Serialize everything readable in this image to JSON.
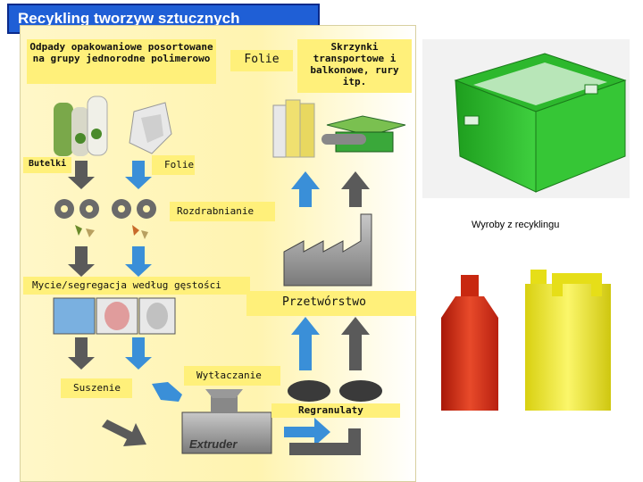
{
  "title": "Recykling tworzyw sztucznych",
  "labels": {
    "odpady": "Odpady opakowaniowe posortowane na grupy jednorodne polimerowo",
    "folie_top": "Folie",
    "skrzynki": "Skrzynki transportowe i balkonowe, rury itp.",
    "butelki": "Butelki",
    "folie_mid": "Folie",
    "rozdrabnianie": "Rozdrabnianie",
    "mycie": "Mycie/segregacja według gęstości",
    "przetworstwo": "Przetwórstwo",
    "wytlaczanie": "Wytłaczanie",
    "suszenie": "Suszenie",
    "regranulaty": "Regranulaty",
    "extruder": "Extruder"
  },
  "caption": "Wyroby z recyklingu",
  "colors": {
    "title_bg": "#1f5fd6",
    "label_bg": "#fff07a",
    "arrow_blue": "#3a8fd8",
    "arrow_gray": "#5a5a5a",
    "crate_green": "#2db82d",
    "bottle_red": "#d83018",
    "canister_yellow": "#f2ea2a"
  }
}
